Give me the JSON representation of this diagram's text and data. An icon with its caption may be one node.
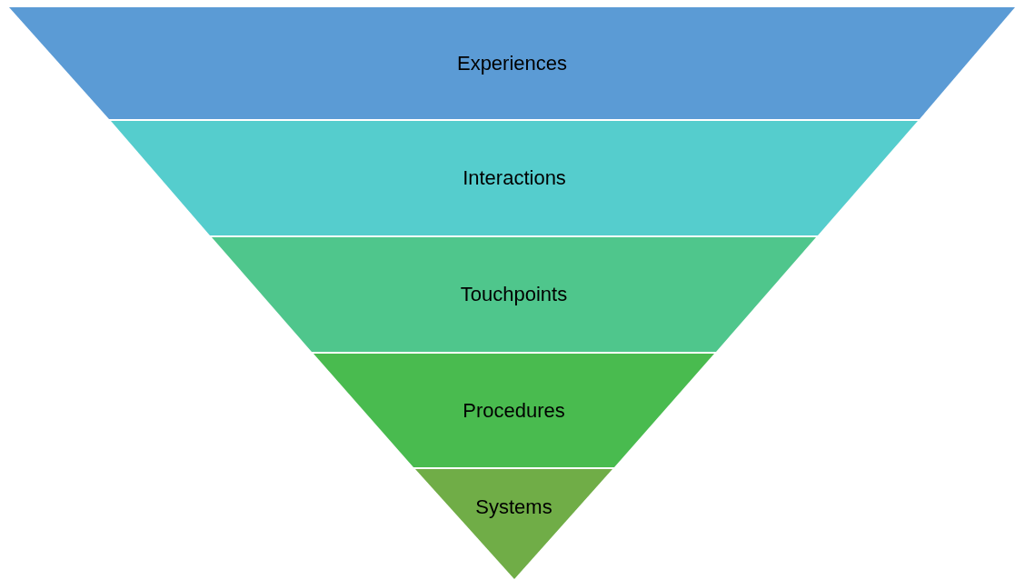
{
  "diagram": {
    "nodes": [
      {
        "text": [
          "Experiences"
        ]
      },
      {
        "text": [
          "Interactions"
        ]
      },
      {
        "text": [
          "Touchpoints"
        ]
      },
      {
        "text": [
          "Procedures"
        ]
      },
      {
        "text": [
          "Systems"
        ]
      }
    ]
  }
}
